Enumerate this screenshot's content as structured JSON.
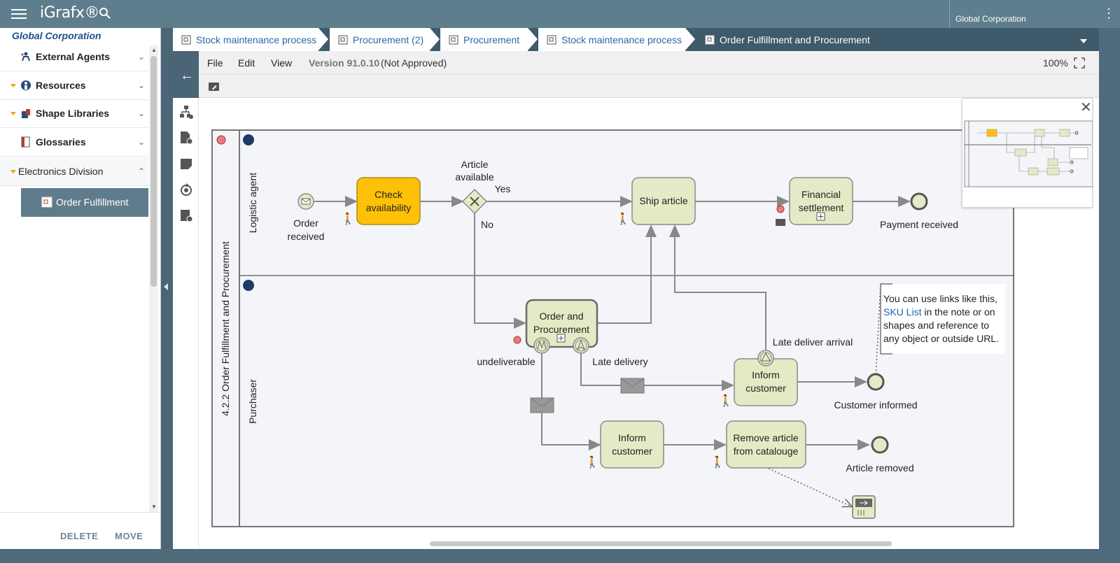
{
  "app": {
    "brand": "iGrafx®",
    "org": "Global Corporation"
  },
  "left_panel": {
    "title": "Global Corporation",
    "items": [
      {
        "label": "External Agents",
        "icon": "external-agents-icon"
      },
      {
        "label": "Resources",
        "icon": "resources-icon"
      },
      {
        "label": "Shape Libraries",
        "icon": "shape-libraries-icon"
      },
      {
        "label": "Glossaries",
        "icon": "glossaries-icon"
      },
      {
        "label": "Electronics Division",
        "icon": ""
      }
    ],
    "selected_child": "Order Fulfillment",
    "delete_label": "DELETE",
    "move_label": "MOVE"
  },
  "breadcrumbs": [
    "Stock maintenance process",
    "Procurement (2)",
    "Procurement",
    "Stock maintenance process",
    "Order Fulfillment and Procurement"
  ],
  "menubar": {
    "file": "File",
    "edit": "Edit",
    "view": "View",
    "version_label": "Version 91.0.10",
    "version_state": "(Not Approved)",
    "zoom": "100%"
  },
  "diagram": {
    "pool_title": "4.2.2 Order Fulfillment and Procurement",
    "lanes": [
      "Logistic agent",
      "Purchaser"
    ],
    "events": {
      "order_received": [
        "Order",
        "received"
      ],
      "payment_received": "Payment received",
      "customer_informed": "Customer informed",
      "article_removed": "Article removed"
    },
    "tasks": {
      "check_availability": [
        "Check",
        "availability"
      ],
      "ship_article": "Ship article",
      "financial_settlement": [
        "Financial",
        "settlement"
      ],
      "order_procurement": [
        "Order and",
        "Procurement"
      ],
      "inform_customer_1": [
        "Inform",
        "customer"
      ],
      "inform_customer_2": [
        "Inform",
        "customer"
      ],
      "remove_article": [
        "Remove article",
        "from catalouge"
      ]
    },
    "gateway": {
      "question": [
        "Article",
        "available"
      ],
      "yes": "Yes",
      "no": "No"
    },
    "labels": {
      "undeliverable": "undeliverable",
      "late_delivery": "Late delivery",
      "late_deliver_arrival": "Late deliver arrival"
    },
    "note": {
      "line1": "You can use links like this,",
      "link": "SKU List",
      "line2_rest": " in the note or on",
      "line3": "shapes and reference to",
      "line4": "any object or outside URL."
    },
    "colors": {
      "task_fill": "#e3ebc6",
      "task_stroke": "#8a8a8a",
      "highlight_fill": "#ffc107",
      "pool_fill": "#f4f5f8",
      "link": "#1e62b0"
    }
  }
}
